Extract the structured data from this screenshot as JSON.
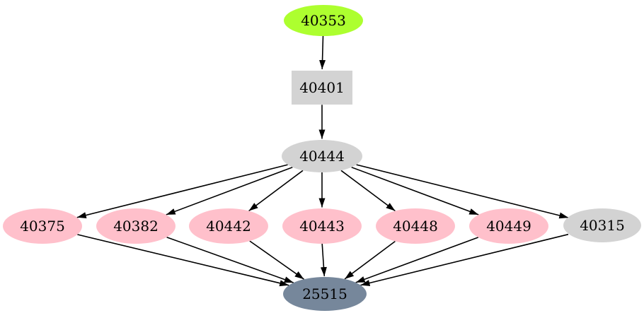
{
  "diagram": {
    "type": "directed-graph",
    "background": "#FFFFFF",
    "edge_color": "#000000",
    "text_color": "#000000",
    "nodes": {
      "n40353": {
        "label": "40353",
        "shape": "ellipse",
        "fill": "#ADFF2F"
      },
      "n40401": {
        "label": "40401",
        "shape": "box",
        "fill": "#D3D3D3"
      },
      "n40444": {
        "label": "40444",
        "shape": "ellipse",
        "fill": "#D3D3D3"
      },
      "n40375": {
        "label": "40375",
        "shape": "ellipse",
        "fill": "#FFC0CB"
      },
      "n40382": {
        "label": "40382",
        "shape": "ellipse",
        "fill": "#FFC0CB"
      },
      "n40442": {
        "label": "40442",
        "shape": "ellipse",
        "fill": "#FFC0CB"
      },
      "n40443": {
        "label": "40443",
        "shape": "ellipse",
        "fill": "#FFC0CB"
      },
      "n40448": {
        "label": "40448",
        "shape": "ellipse",
        "fill": "#FFC0CB"
      },
      "n40449": {
        "label": "40449",
        "shape": "ellipse",
        "fill": "#FFC0CB"
      },
      "n40315": {
        "label": "40315",
        "shape": "ellipse",
        "fill": "#D3D3D3"
      },
      "n25515": {
        "label": "25515",
        "shape": "ellipse",
        "fill": "#76879B"
      }
    },
    "edges": [
      {
        "from": "40353",
        "to": "40401"
      },
      {
        "from": "40401",
        "to": "40444"
      },
      {
        "from": "40444",
        "to": "40375"
      },
      {
        "from": "40444",
        "to": "40382"
      },
      {
        "from": "40444",
        "to": "40442"
      },
      {
        "from": "40444",
        "to": "40443"
      },
      {
        "from": "40444",
        "to": "40448"
      },
      {
        "from": "40444",
        "to": "40449"
      },
      {
        "from": "40444",
        "to": "40315"
      },
      {
        "from": "40375",
        "to": "25515"
      },
      {
        "from": "40382",
        "to": "25515"
      },
      {
        "from": "40442",
        "to": "25515"
      },
      {
        "from": "40443",
        "to": "25515"
      },
      {
        "from": "40448",
        "to": "25515"
      },
      {
        "from": "40449",
        "to": "25515"
      },
      {
        "from": "40315",
        "to": "25515"
      }
    ]
  }
}
